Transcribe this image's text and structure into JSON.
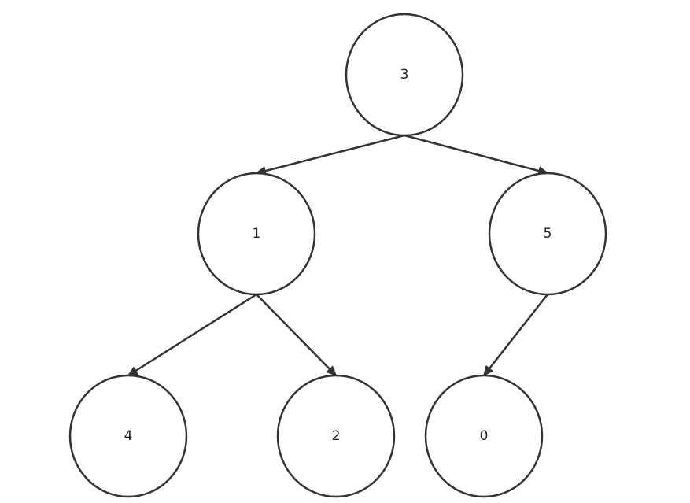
{
  "diagram": {
    "type": "binary-tree",
    "root": "n3",
    "nodes": [
      {
        "id": "n3",
        "label": "3"
      },
      {
        "id": "n1",
        "label": "1"
      },
      {
        "id": "n5",
        "label": "5"
      },
      {
        "id": "n4",
        "label": "4"
      },
      {
        "id": "n2",
        "label": "2"
      },
      {
        "id": "n0",
        "label": "0"
      }
    ],
    "edges": [
      {
        "from": "n3",
        "to": "n1"
      },
      {
        "from": "n3",
        "to": "n5"
      },
      {
        "from": "n1",
        "to": "n4"
      },
      {
        "from": "n1",
        "to": "n2"
      },
      {
        "from": "n5",
        "to": "n0"
      }
    ],
    "colors": {
      "stroke": "#333333",
      "fill": "#ffffff",
      "text": "#222222"
    }
  }
}
